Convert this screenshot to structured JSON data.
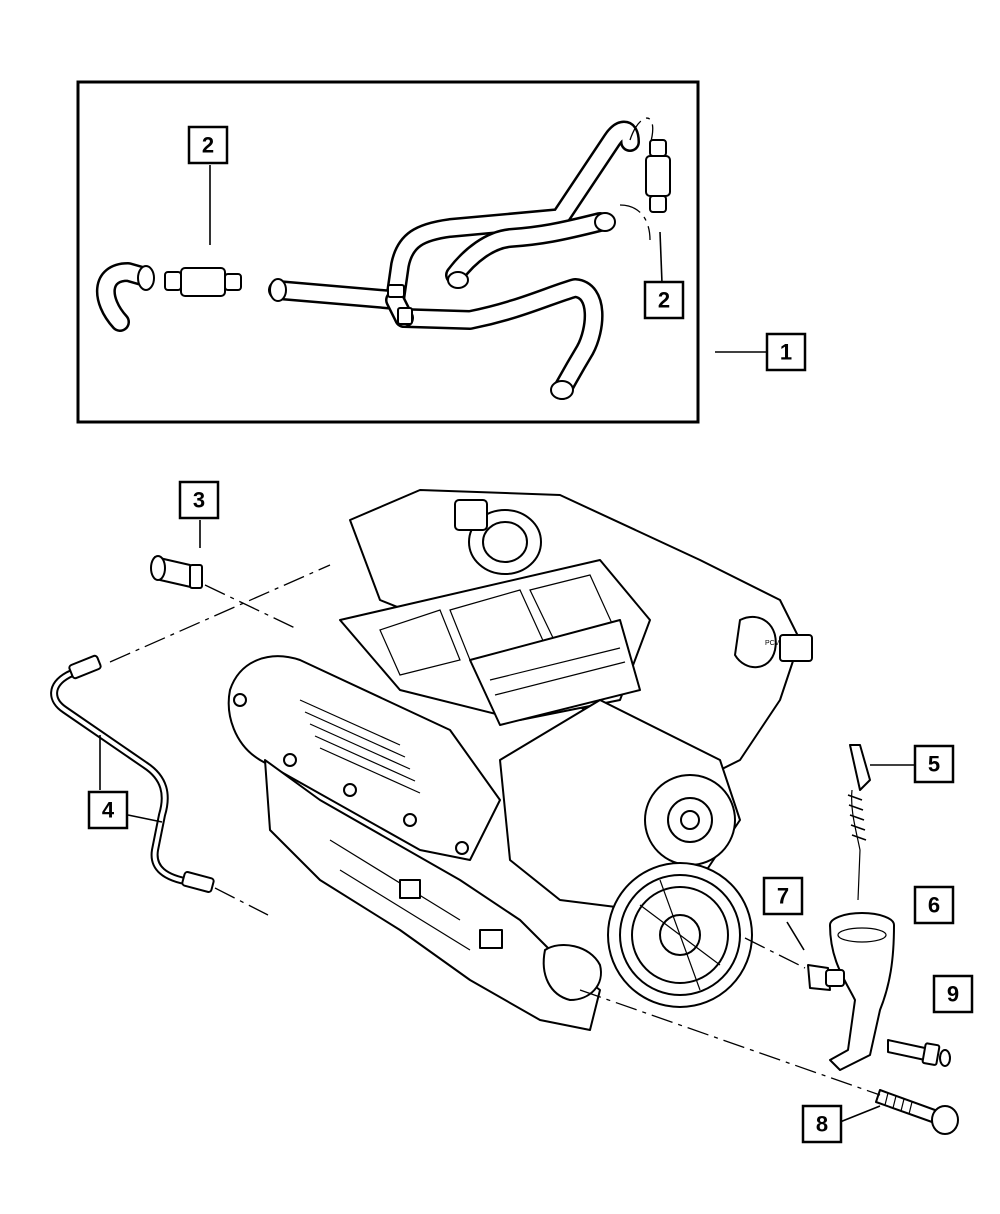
{
  "callouts": {
    "c1": "1",
    "c2a": "2",
    "c2b": "2",
    "c3": "3",
    "c4": "4",
    "c5": "5",
    "c6": "6",
    "c7": "7",
    "c8": "8",
    "c9": "9"
  },
  "engine_label": "PCV"
}
